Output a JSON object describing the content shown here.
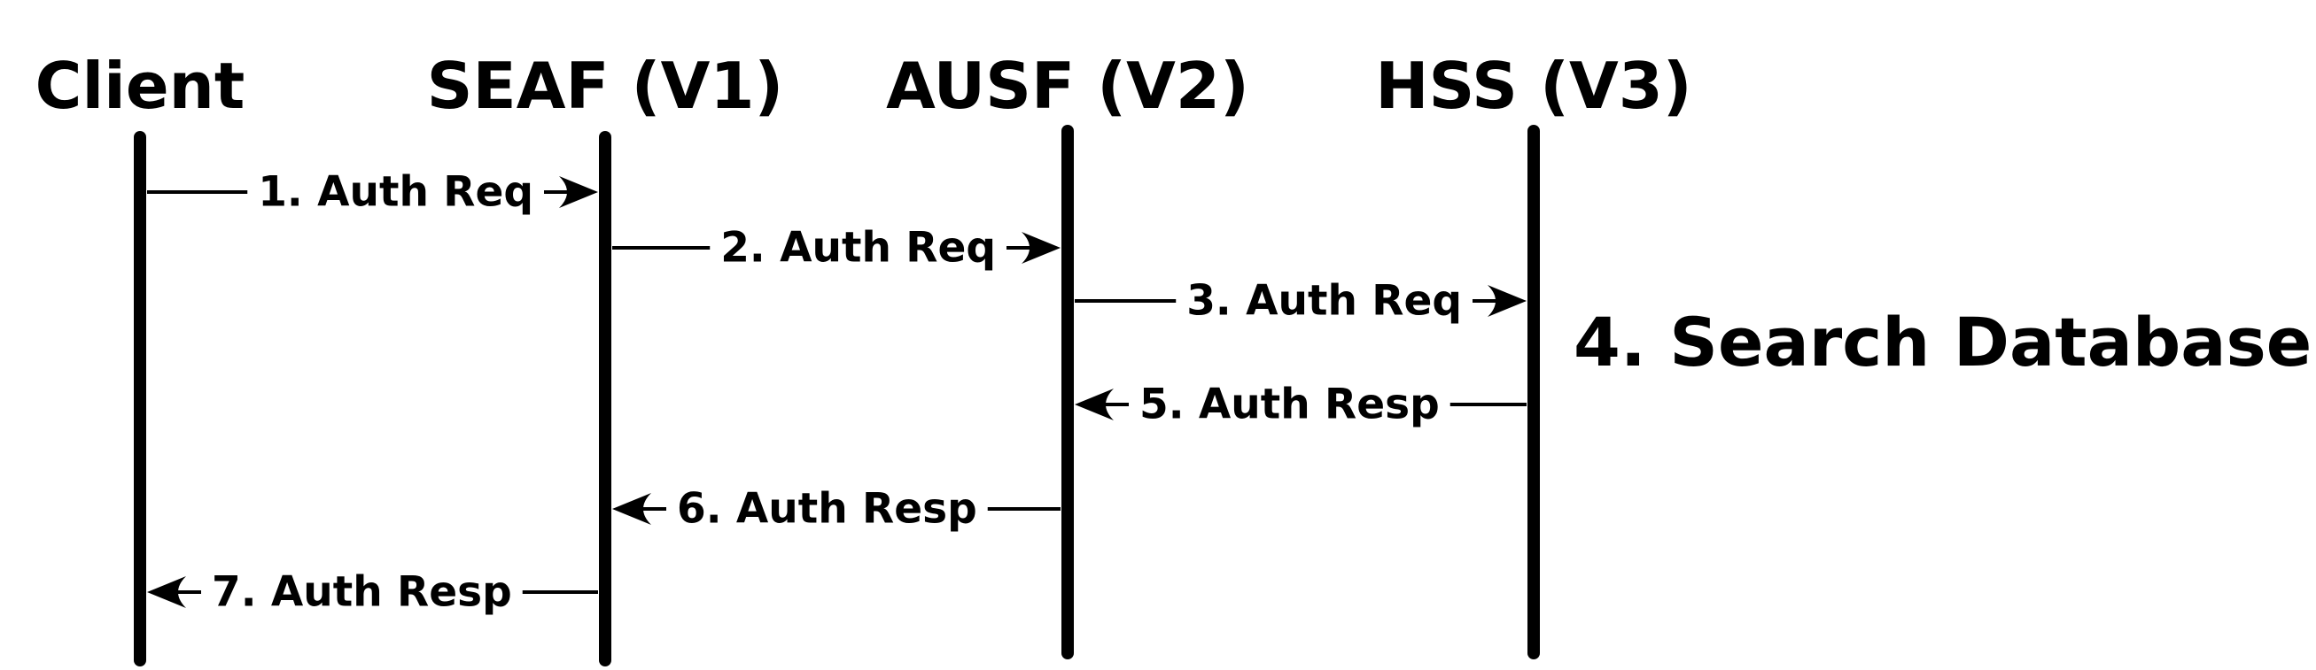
{
  "participants": [
    {
      "id": "client",
      "label": "Client"
    },
    {
      "id": "seaf",
      "label": "SEAF (V1)"
    },
    {
      "id": "ausf",
      "label": "AUSF (V2)"
    },
    {
      "id": "hss",
      "label": "HSS (V3)"
    }
  ],
  "messages": [
    {
      "label": "1. Auth Req",
      "from": "client",
      "to": "seaf"
    },
    {
      "label": "2. Auth Req",
      "from": "seaf",
      "to": "ausf"
    },
    {
      "label": "3. Auth Req",
      "from": "ausf",
      "to": "hss"
    },
    {
      "label": "5. Auth Resp",
      "from": "hss",
      "to": "ausf"
    },
    {
      "label": "6. Auth Resp",
      "from": "ausf",
      "to": "seaf"
    },
    {
      "label": "7. Auth Resp",
      "from": "seaf",
      "to": "client"
    }
  ],
  "note": {
    "label": "4. Search Database",
    "at": "hss"
  },
  "colors": {
    "ink": "#000000",
    "background": "#ffffff"
  }
}
